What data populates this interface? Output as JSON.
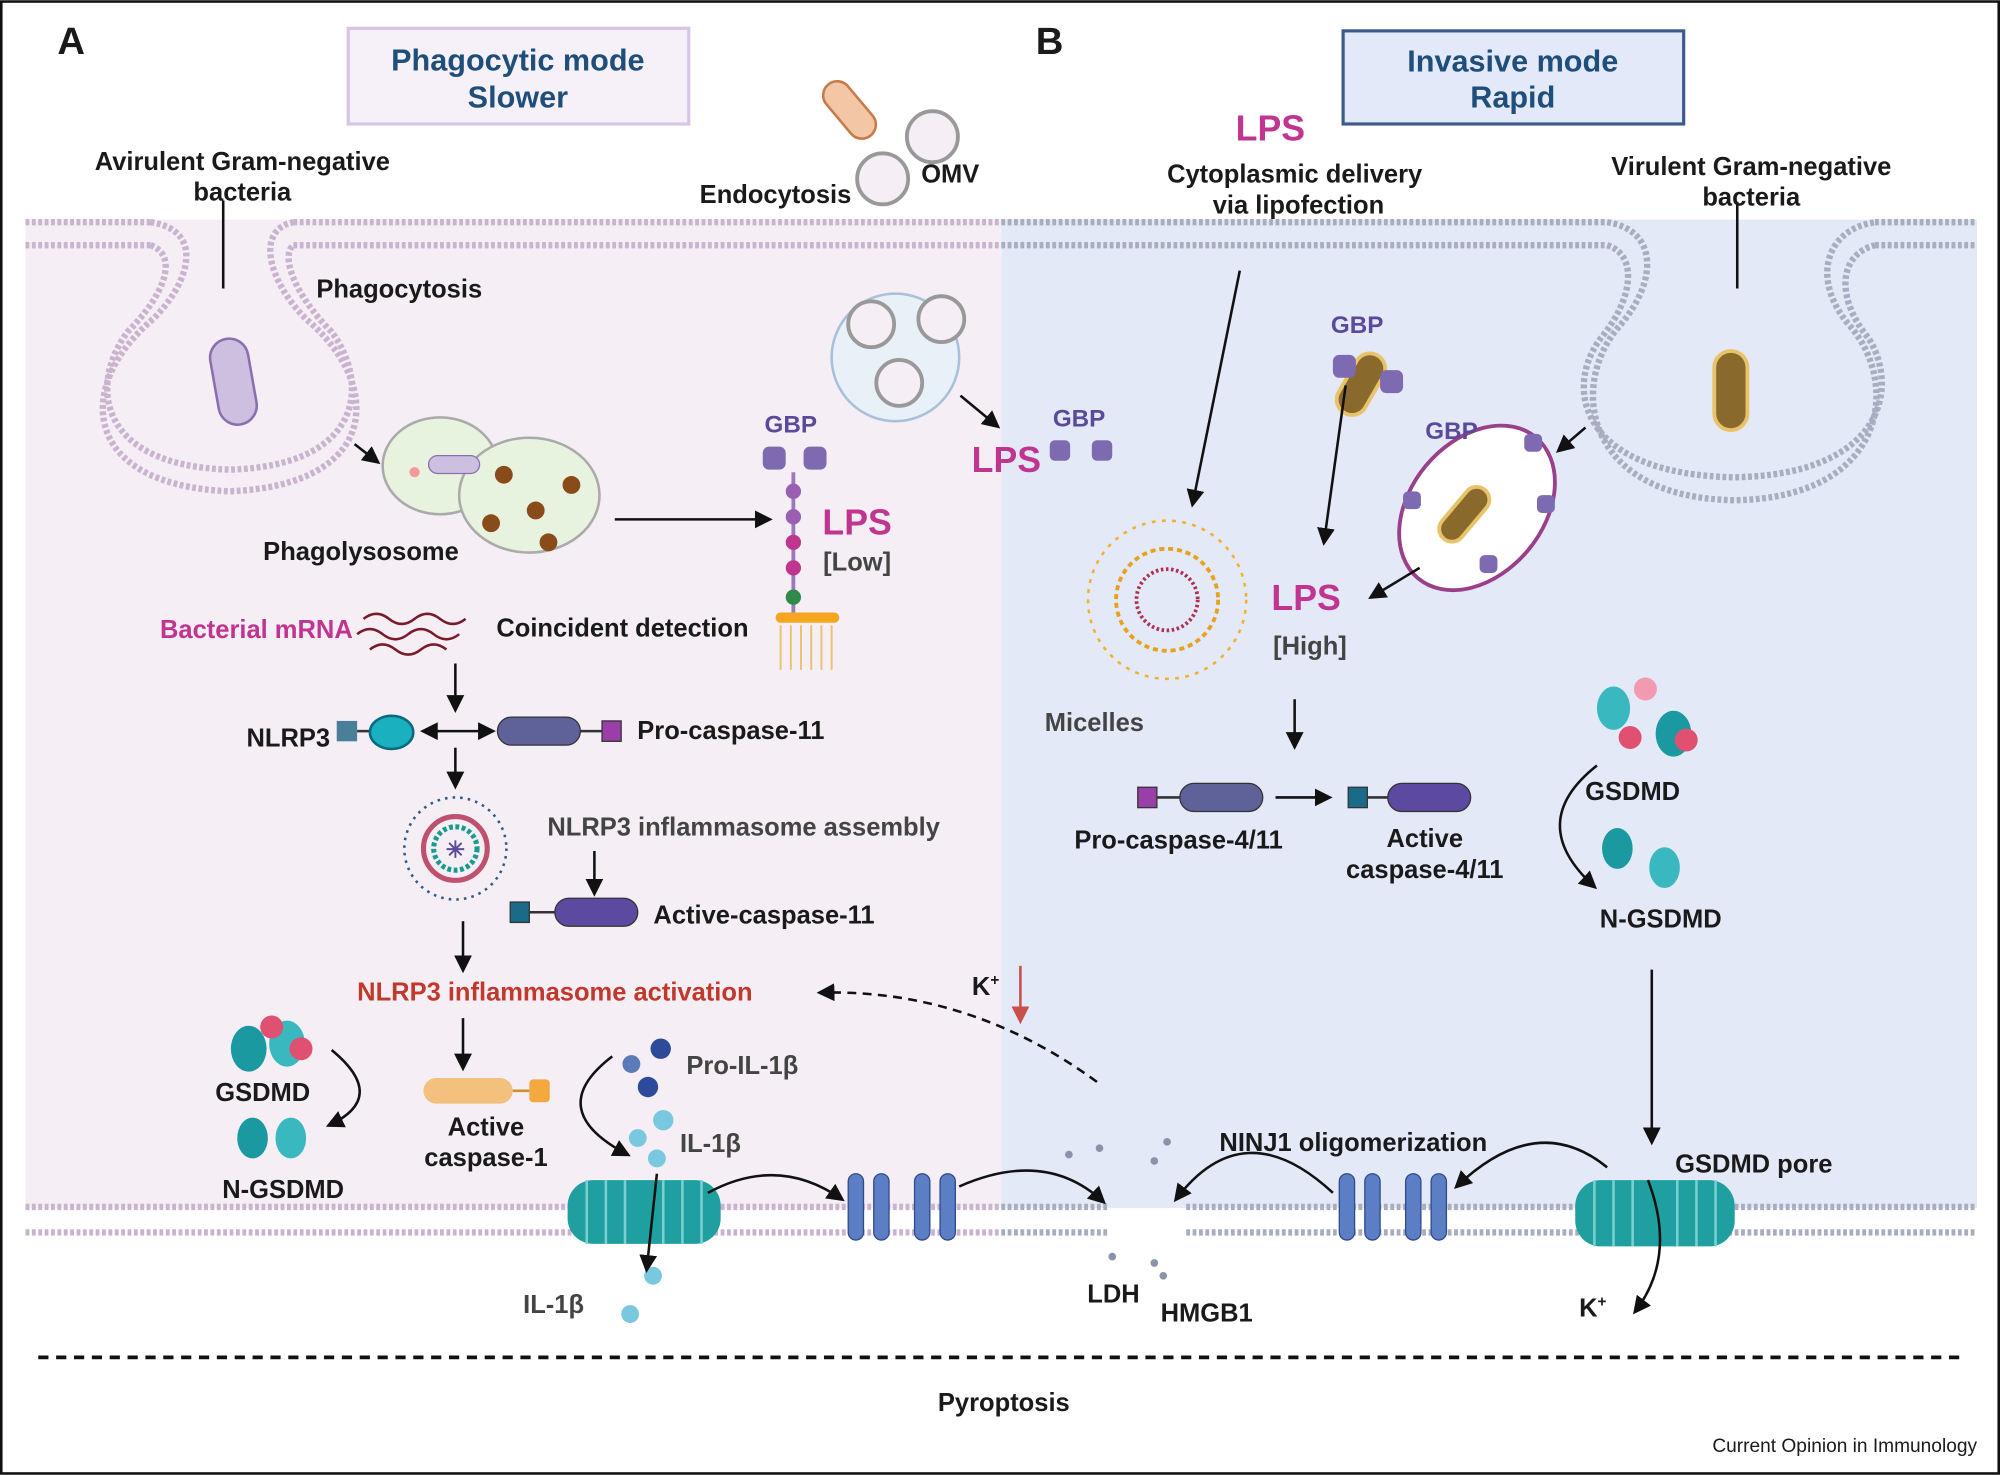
{
  "panels": {
    "a": "A",
    "b": "B"
  },
  "mode_a": {
    "line1": "Phagocytic mode",
    "line2": "Slower"
  },
  "mode_b": {
    "line1": "Invasive mode",
    "line2": "Rapid"
  },
  "colors": {
    "panel_a_bg": "#f5eef5",
    "panel_b_bg": "#e4e9f8",
    "lps": "#c0358f",
    "activation": "#c0392b",
    "gbp": "#5b4a9a",
    "title": "#1f4e7a",
    "pore": "#1f9f9f",
    "ninj1": "#5b7ec4"
  },
  "labels_a": {
    "avirulent_1": "Avirulent Gram-negative",
    "avirulent_2": "bacteria",
    "endocytosis": "Endocytosis",
    "omv": "OMV",
    "phagocytosis": "Phagocytosis",
    "phagolysosome": "Phagolysosome",
    "gbp": "GBP",
    "lps": "LPS",
    "lps_level": "[Low]",
    "bacterial_mrna": "Bacterial mRNA",
    "coincident": "Coincident detection",
    "nlrp3": "NLRP3",
    "pro_casp11": "Pro-caspase-11",
    "assembly": "NLRP3 inflammasome assembly",
    "active_casp11": "Active-caspase-11",
    "activation": "NLRP3 inflammasome activation",
    "gsdmd": "GSDMD",
    "n_gsdmd": "N-GSDMD",
    "active_casp1_1": "Active",
    "active_casp1_2": "caspase-1",
    "pro_il1b": "Pro-IL-1β",
    "il1b": "IL-1β",
    "il1b_out": "IL-1β"
  },
  "labels_b": {
    "lps_top": "LPS",
    "cyto_1": "Cytoplasmic delivery",
    "cyto_2": "via lipofection",
    "virulent_1": "Virulent Gram-negative",
    "virulent_2": "bacteria",
    "gbp_mid": "GBP",
    "lps_mid": "LPS",
    "gbp_bact": "GBP",
    "gbp_vac": "GBP",
    "lps_high": "LPS",
    "lps_high_level": "[High]",
    "micelles": "Micelles",
    "gsdmd": "GSDMD",
    "n_gsdmd": "N-GSDMD",
    "pro_casp": "Pro-caspase-4/11",
    "active_casp_1": "Active",
    "active_casp_2": "caspase-4/11",
    "k_in": {
      "symbol": "K",
      "charge": "+"
    },
    "ninj1": "NINJ1 oligomerization",
    "gsdmd_pore": "GSDMD pore",
    "ldh": "LDH",
    "hmgb1": "HMGB1",
    "k_out": {
      "symbol": "K",
      "charge": "+"
    }
  },
  "outcome": "Pyroptosis",
  "credit": "Current Opinion in Immunology"
}
